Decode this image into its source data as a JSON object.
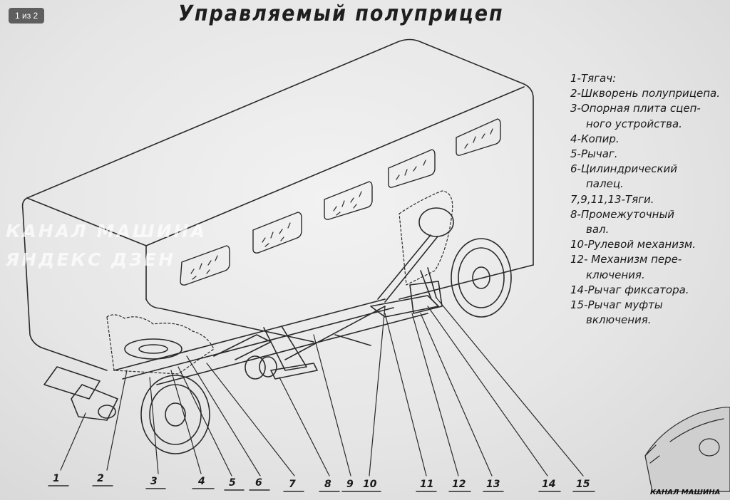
{
  "viewer": {
    "counter": "1 из 2"
  },
  "title": "Управляемый полуприцеп",
  "legend": [
    {
      "text": "1-Тягач:"
    },
    {
      "text": "2-Шкворень полуприцепа."
    },
    {
      "text": "3-Опорная плита сцеп-"
    },
    {
      "text": "ного устройства.",
      "indent": true
    },
    {
      "text": "4-Копир."
    },
    {
      "text": "5-Рычаг."
    },
    {
      "text": "6-Цилиндрический"
    },
    {
      "text": "палец.",
      "indent": true
    },
    {
      "text": "7,9,11,13-Тяги."
    },
    {
      "text": "8-Промежуточный"
    },
    {
      "text": "вал.",
      "indent": true
    },
    {
      "text": "10-Рулевой механизм."
    },
    {
      "text": "12- Механизм пере-"
    },
    {
      "text": "ключения.",
      "indent": true
    },
    {
      "text": "14-Рычаг фиксатора."
    },
    {
      "text": "15-Рычаг муфты"
    },
    {
      "text": "включения.",
      "indent": true
    }
  ],
  "callouts": [
    "1",
    "2",
    "3",
    "4",
    "5",
    "6",
    "7",
    "8",
    "9",
    "10",
    "11",
    "12",
    "13",
    "14",
    "15"
  ],
  "watermark": {
    "line1": "КАНАЛ МАШИНА",
    "line2": "ЯНДЕКС  ДЗЕН"
  },
  "corner_badge": "КАНАЛ МАШИНА",
  "colors": {
    "paper": "#e9e9e9",
    "ink": "#1a1a1a"
  }
}
